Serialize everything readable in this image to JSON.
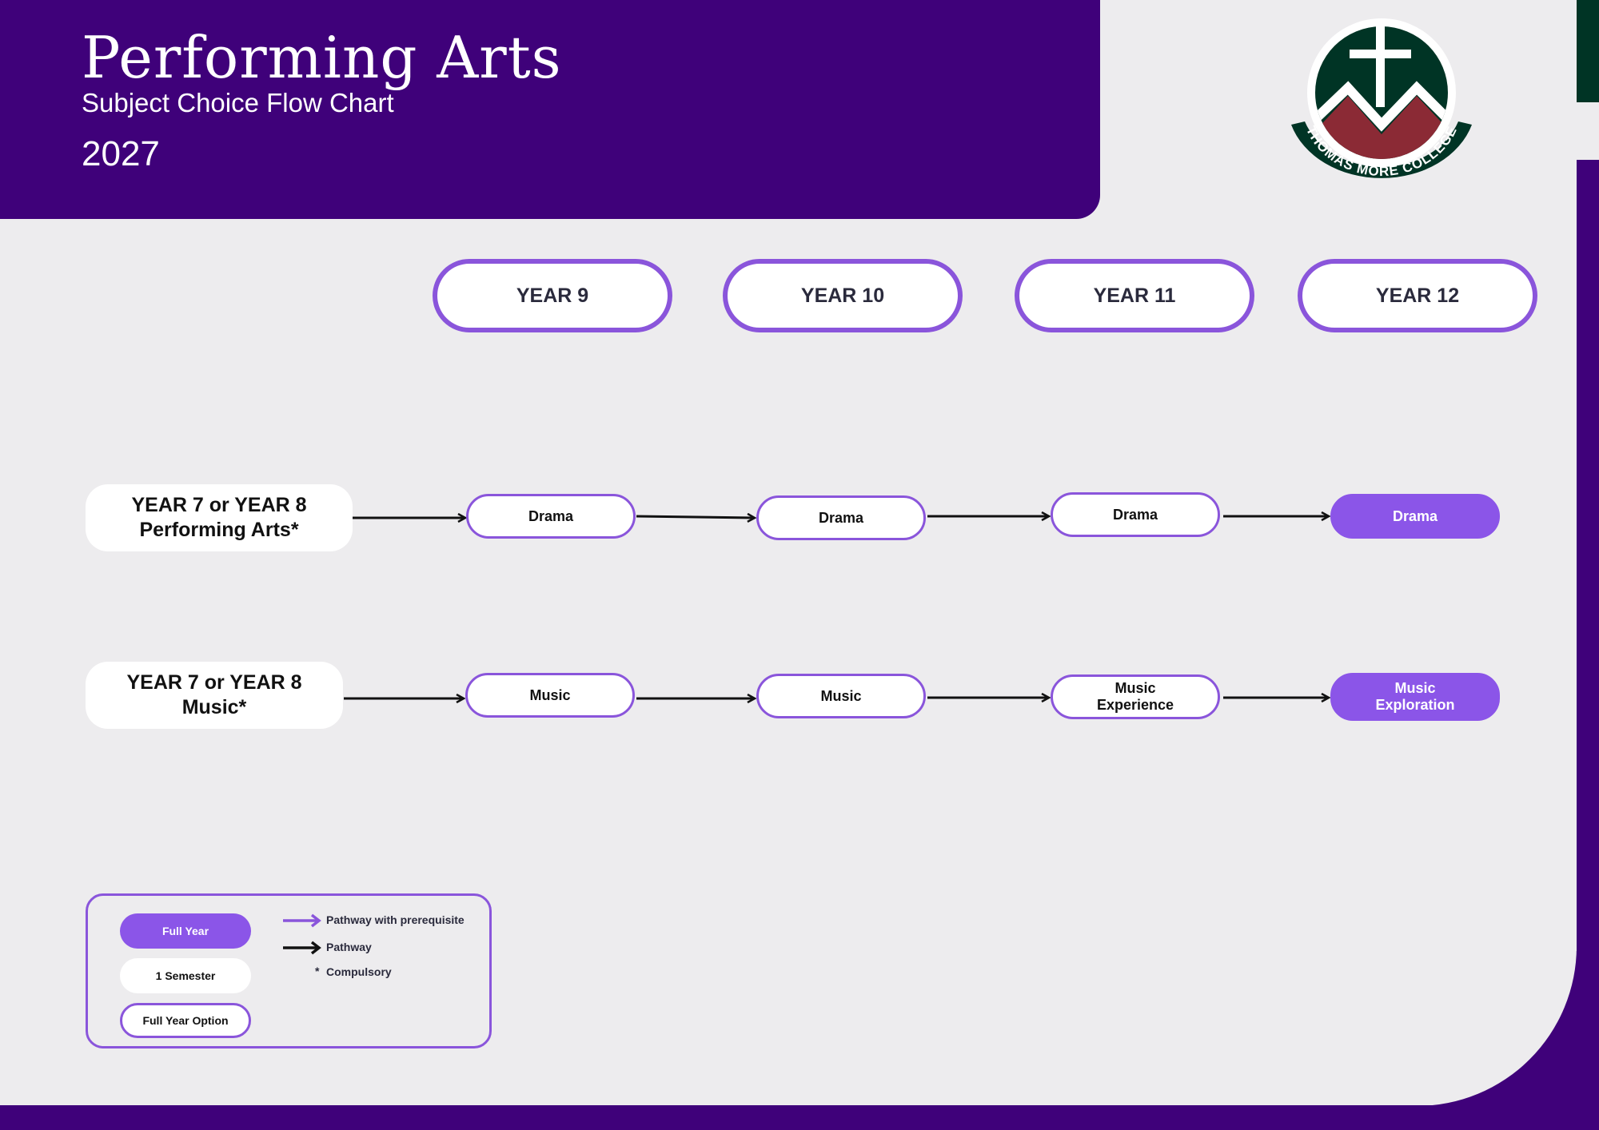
{
  "header": {
    "title": "Performing Arts",
    "subtitle": "Subject Choice Flow Chart",
    "year": "2027"
  },
  "logo": {
    "text": "THOMAS MORE COLLEGE",
    "icon": "cross-mountain-crest"
  },
  "years": [
    "YEAR 9",
    "YEAR 10",
    "YEAR 11",
    "YEAR 12"
  ],
  "rows": [
    {
      "start": [
        "YEAR 7 or YEAR 8",
        "Performing Arts*"
      ],
      "nodes": [
        {
          "lines": [
            "Drama"
          ],
          "type": "full-year-option"
        },
        {
          "lines": [
            "Drama"
          ],
          "type": "full-year-option"
        },
        {
          "lines": [
            "Drama"
          ],
          "type": "full-year-option"
        },
        {
          "lines": [
            "Drama"
          ],
          "type": "full-year"
        }
      ]
    },
    {
      "start": [
        "YEAR 7 or YEAR 8",
        "Music*"
      ],
      "nodes": [
        {
          "lines": [
            "Music"
          ],
          "type": "full-year-option"
        },
        {
          "lines": [
            "Music"
          ],
          "type": "full-year-option"
        },
        {
          "lines": [
            "Music",
            "Experience"
          ],
          "type": "full-year-option"
        },
        {
          "lines": [
            "Music",
            "Exploration"
          ],
          "type": "full-year"
        }
      ]
    }
  ],
  "legend": {
    "full_year": "Full Year",
    "semester": "1 Semester",
    "full_year_option": "Full Year Option",
    "prereq": "Pathway with prerequisite",
    "pathway": "Pathway",
    "compulsory_mark": "*",
    "compulsory": "Compulsory"
  },
  "colors": {
    "header_bg": "#3f017a",
    "accent": "#8a55db",
    "filled": "#8b55e8",
    "background": "#edecee",
    "logo_green": "#003425",
    "logo_red": "#8b2a35"
  }
}
